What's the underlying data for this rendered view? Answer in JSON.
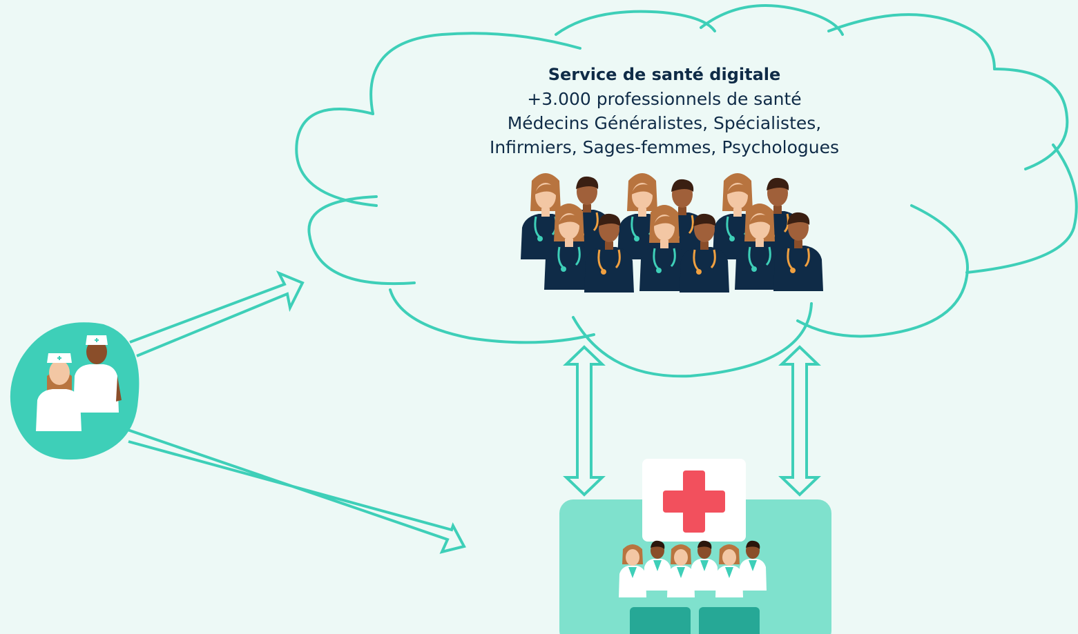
{
  "colors": {
    "background": "#edf9f6",
    "teal": "#3ecfb8",
    "teal_light": "#7fe1cd",
    "teal_dark": "#26a896",
    "navy": "#0f2b47",
    "red_cross": "#f2505d"
  },
  "cloud": {
    "title": "Service de santé digitale",
    "lines": [
      "+3.000 professionnels de santé",
      "Médecins Généralistes, Spécialistes,",
      "Infirmiers, Sages-femmes, Psychologues"
    ]
  },
  "icons": {
    "nurses": "nurse-pair-icon",
    "digital_team": "doctors-group-icon",
    "hospital": "hospital-icon",
    "cross": "red-cross-icon"
  }
}
